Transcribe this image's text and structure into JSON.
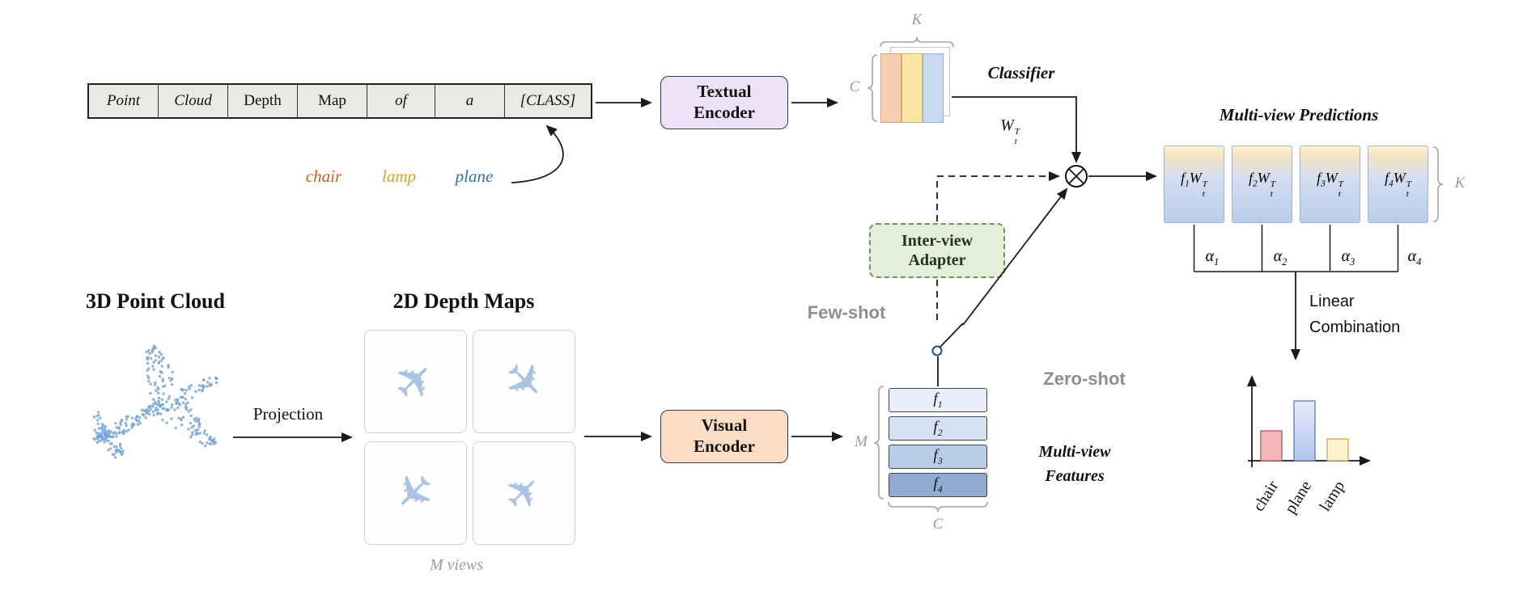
{
  "figure": {
    "prompt": {
      "cells": [
        {
          "text": "Point"
        },
        {
          "text": "Cloud"
        },
        {
          "text": "Depth"
        },
        {
          "text": "Map"
        },
        {
          "text": "of"
        },
        {
          "text": "a"
        },
        {
          "text": "[CLASS]"
        }
      ],
      "classes": [
        {
          "text": "chair",
          "color": "#c4601d"
        },
        {
          "text": "lamp",
          "color": "#d9a41f"
        },
        {
          "text": "plane",
          "color": "#2e6fb5"
        }
      ]
    },
    "textual_encoder": {
      "line1": "Textual",
      "line2": "Encoder"
    },
    "visual_encoder": {
      "line1": "Visual",
      "line2": "Encoder"
    },
    "adapter": {
      "line1": "Inter-view",
      "line2": "Adapter"
    },
    "classifier": {
      "label": "Classifier",
      "w": {
        "base": "W",
        "sub": "t",
        "sup": "T"
      }
    },
    "dims": {
      "k_top": "K",
      "c_left": "C",
      "k_right": "K",
      "m_left": "M",
      "c_bottom": "C"
    },
    "modes": {
      "few_shot": "Few-shot",
      "zero_shot": "Zero-shot"
    },
    "headings": {
      "point_cloud": "3D Point Cloud",
      "depth_maps": "2D Depth Maps"
    },
    "projection": "Projection",
    "m_views": "M views",
    "features": {
      "caption1": "Multi-view",
      "caption2": "Features",
      "rows": [
        {
          "base": "f",
          "sub": "1"
        },
        {
          "base": "f",
          "sub": "2"
        },
        {
          "base": "f",
          "sub": "3"
        },
        {
          "base": "f",
          "sub": "4"
        }
      ]
    },
    "predictions": {
      "title": "Multi-view Predictions",
      "w": {
        "base": "W",
        "sub": "t",
        "sup": "T"
      },
      "boxes": [
        {
          "f": "f",
          "sub": "1"
        },
        {
          "f": "f",
          "sub": "2"
        },
        {
          "f": "f",
          "sub": "3"
        },
        {
          "f": "f",
          "sub": "4"
        }
      ],
      "alphas": [
        {
          "base": "α",
          "sub": "1"
        },
        {
          "base": "α",
          "sub": "2"
        },
        {
          "base": "α",
          "sub": "3"
        },
        {
          "base": "α",
          "sub": "4"
        }
      ]
    },
    "combination": {
      "line1": "Linear",
      "line2": "Combination"
    },
    "icons": {
      "plane_glyph": "✈"
    },
    "mini_chart": {
      "type": "bar",
      "bars": [
        {
          "label": "chair",
          "relative_height": 0.5,
          "color": "#f2b7bb"
        },
        {
          "label": "plane",
          "relative_height": 1.0,
          "color": "#b9c9ee"
        },
        {
          "label": "lamp",
          "relative_height": 0.36,
          "color": "#fdf3cc"
        }
      ]
    },
    "palette": {
      "textual_encoder_bg": "#eee1f7",
      "visual_encoder_bg": "#fcddc4",
      "adapter_bg": "#e3efd8",
      "feature_col_peach": "#f6cdae",
      "feature_col_yellow": "#fbe4a4",
      "feature_col_blue": "#c9daf0"
    }
  }
}
